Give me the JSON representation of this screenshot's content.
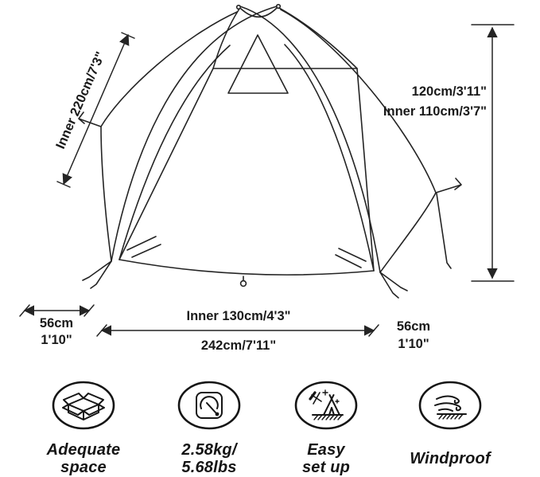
{
  "dimensions": {
    "left_diagonal": "Inner 220cm/7'3\"",
    "right_top": "120cm/3'11\"",
    "right_bottom": "Inner 110cm/3'7\"",
    "bottom_left_top": "56cm",
    "bottom_left_bottom": "1'10\"",
    "bottom_center_top": "Inner 130cm/4'3\"",
    "bottom_center_bottom": "242cm/7'11\"",
    "bottom_right_top": "56cm",
    "bottom_right_bottom": "1'10\""
  },
  "features": [
    {
      "icon": "open-box-icon",
      "line1": "Adequate",
      "line2": "space"
    },
    {
      "icon": "scale-dial-icon",
      "line1": "2.58kg/",
      "line2": "5.68lbs"
    },
    {
      "icon": "tent-setup-icon",
      "line1": "Easy",
      "line2": "set up"
    },
    {
      "icon": "wind-icon",
      "line1": "Windproof",
      "line2": ""
    }
  ],
  "colors": {
    "line": "#242424",
    "floor_gray": "#c9c9c9",
    "background": "#ffffff"
  }
}
